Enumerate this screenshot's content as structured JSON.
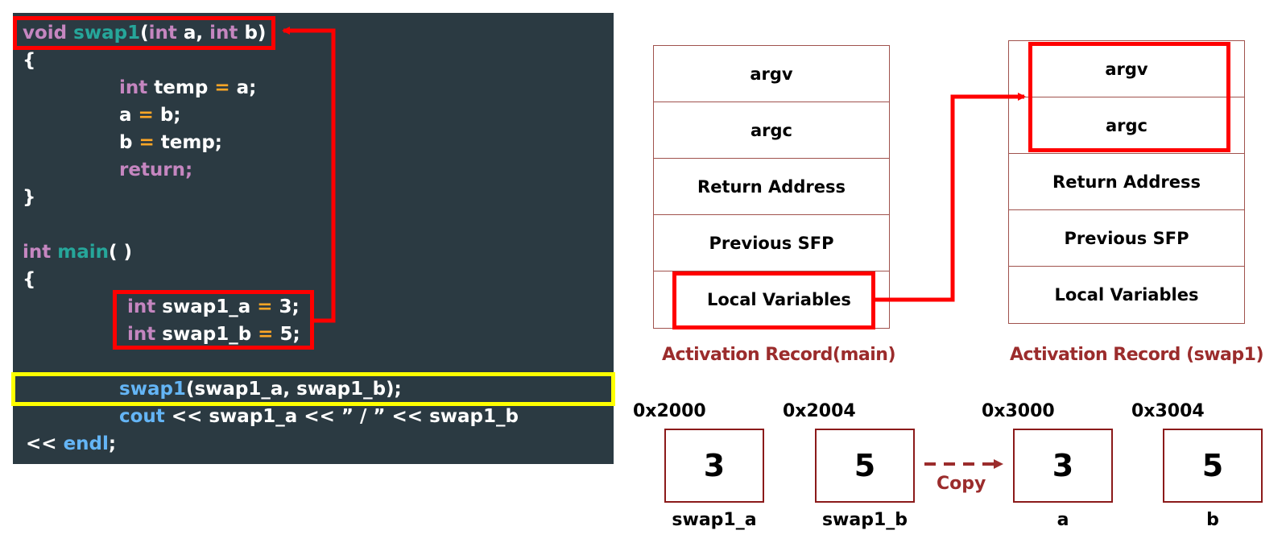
{
  "code": {
    "line1": {
      "kw": "void",
      "fn": "swap1",
      "paren": "(",
      "kw2": "int",
      "a": " a, ",
      "kw3": "int",
      "b": " b)"
    },
    "line2": "{",
    "line3": {
      "kw": "int",
      "rest1": " temp ",
      "op": "=",
      "rest2": " a;"
    },
    "line4": {
      "t1": "a ",
      "op": "=",
      "t2": " b;"
    },
    "line5": {
      "t1": "b ",
      "op": "=",
      "t2": " temp;"
    },
    "line6": "return;",
    "line7": "}",
    "line8": {
      "kw": "int",
      "fn": " main",
      "rest": "( )"
    },
    "line9": "{",
    "line10": {
      "kw": "int",
      "t1": " swap1_a ",
      "op": "=",
      "t2": " 3;"
    },
    "line11": {
      "kw": "int",
      "t1": " swap1_b ",
      "op": "=",
      "t2": " 5;"
    },
    "line12": {
      "fn": "swap1",
      "rest": "(swap1_a, swap1_b);"
    },
    "line13": {
      "out": "cout",
      "rest": " << swap1_a << ” / ” << swap1_b"
    },
    "line14": {
      "t1": "<< ",
      "out": "endl",
      "t2": ";"
    }
  },
  "main_stack": {
    "cells": [
      "argv",
      "argc",
      "Return Address",
      "Previous SFP",
      "Local Variables"
    ],
    "label": "Activation Record(main)"
  },
  "swap1_stack": {
    "cells": [
      "argv",
      "argc",
      "Return Address",
      "Previous SFP",
      "Local Variables"
    ],
    "label": "Activation Record (swap1)"
  },
  "memory": [
    {
      "addr": "0x2000",
      "value": "3",
      "name": "swap1_a"
    },
    {
      "addr": "0x2004",
      "value": "5",
      "name": "swap1_b"
    },
    {
      "addr": "0x3000",
      "value": "3",
      "name": "a"
    },
    {
      "addr": "0x3004",
      "value": "5",
      "name": "b"
    }
  ],
  "copy_label": "Copy",
  "colors": {
    "highlight_red": "#ff0000",
    "highlight_yellow": "#ffff00",
    "code_bg": "#2b3a42",
    "label_red": "#9b2c2c"
  }
}
